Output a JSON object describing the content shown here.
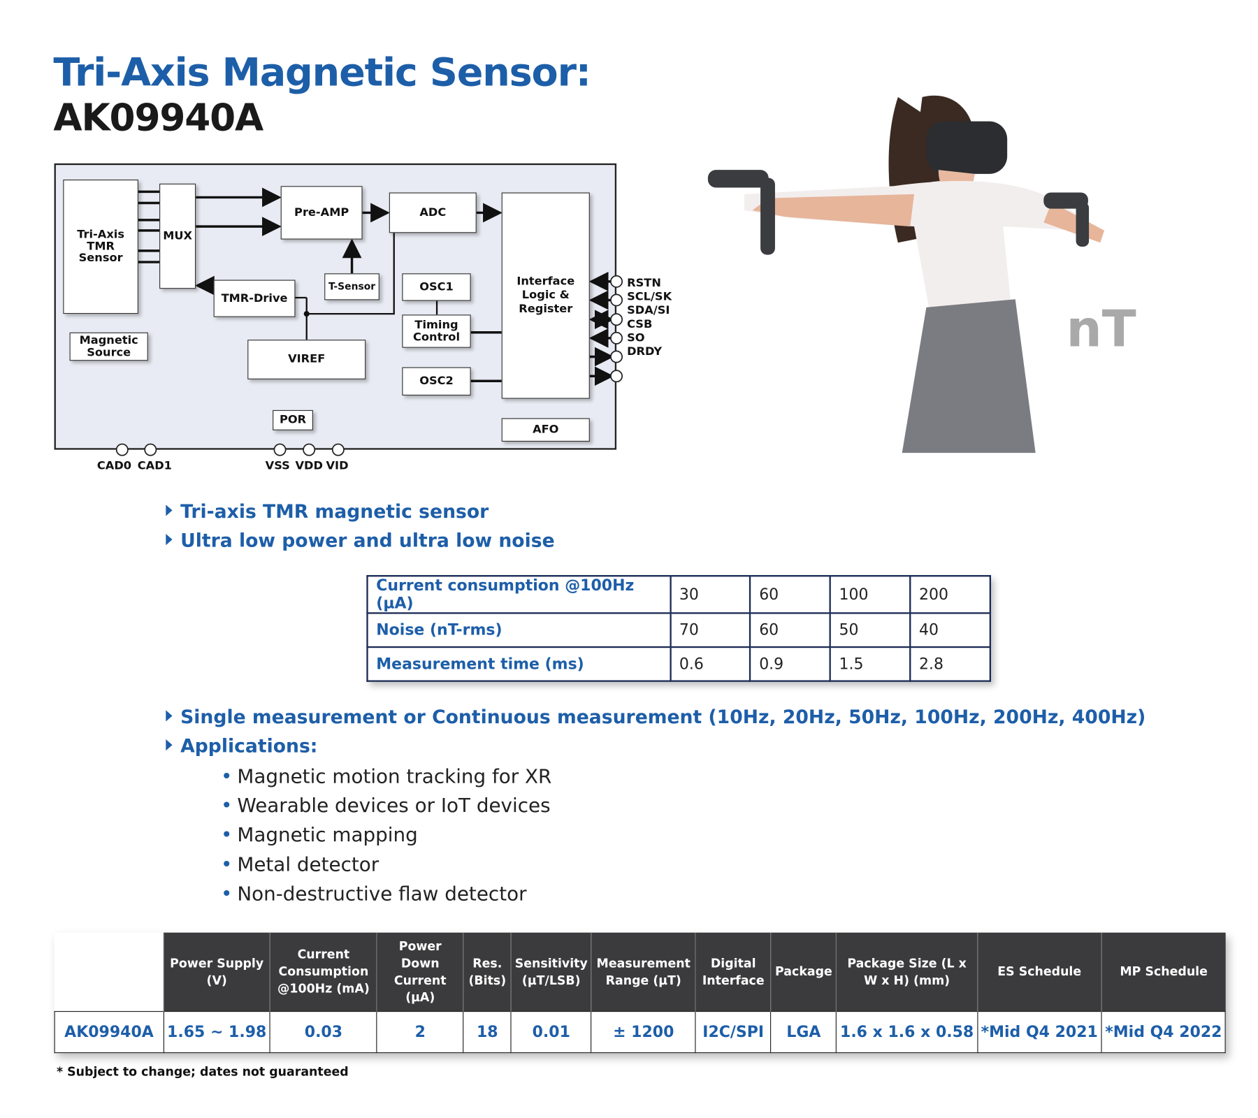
{
  "title": {
    "line1": "Tri-Axis Magnetic Sensor:",
    "line2": "AK09940A"
  },
  "diagram": {
    "blocks": {
      "sensor": "Tri-Axis TMR Sensor",
      "mux": "MUX",
      "preamp": "Pre-AMP",
      "adc": "ADC",
      "interface": "Interface Logic & Register",
      "tsensor": "T-Sensor",
      "tmrdrive": "TMR-Drive",
      "osc1": "OSC1",
      "timing": "Timing Control",
      "osc2": "OSC2",
      "viref": "VIREF",
      "magsource": "Magnetic Source",
      "por": "POR",
      "afo": "AFO"
    },
    "right_pins": [
      "RSTN",
      "SCL/SK",
      "SDA/SI",
      "CSB",
      "SO",
      "DRDY"
    ],
    "bottom_pins": [
      "CAD0",
      "CAD1",
      "VSS",
      "VDD",
      "VID"
    ]
  },
  "photo_label": "nT",
  "bullets": [
    "Tri-axis TMR magnetic sensor",
    "Ultra low power and ultra low noise",
    "Single measurement or Continuous measurement (10Hz, 20Hz, 50Hz, 100Hz, 200Hz, 400Hz)",
    "Applications:"
  ],
  "applications": [
    "Magnetic motion tracking for XR",
    "Wearable devices or IoT devices",
    "Magnetic mapping",
    "Metal detector",
    "Non-destructive flaw detector"
  ],
  "spec_table": {
    "rows": [
      {
        "label": "Current consumption @100Hz (µA)",
        "values": [
          "30",
          "60",
          "100",
          "200"
        ]
      },
      {
        "label": "Noise (nT-rms)",
        "values": [
          "70",
          "60",
          "50",
          "40"
        ]
      },
      {
        "label": "Measurement time (ms)",
        "values": [
          "0.6",
          "0.9",
          "1.5",
          "2.8"
        ]
      }
    ]
  },
  "product_table": {
    "headers": [
      "Power Supply (V)",
      "Current Consumption @100Hz (mA)",
      "Power Down Current (µA)",
      "Res. (Bits)",
      "Sensitivity (µT/LSB)",
      "Measurement Range (µT)",
      "Digital Interface",
      "Package",
      "Package Size (L x W x H) (mm)",
      "ES Schedule",
      "MP Schedule"
    ],
    "row": [
      "AK09940A",
      "1.65 ~ 1.98",
      "0.03",
      "2",
      "18",
      "0.01",
      "± 1200",
      "I2C/SPI",
      "LGA",
      "1.6 x 1.6 x 0.58",
      "*Mid Q4 2021",
      "*Mid Q4 2022"
    ]
  },
  "footnote": "* Subject to change; dates not guaranteed"
}
